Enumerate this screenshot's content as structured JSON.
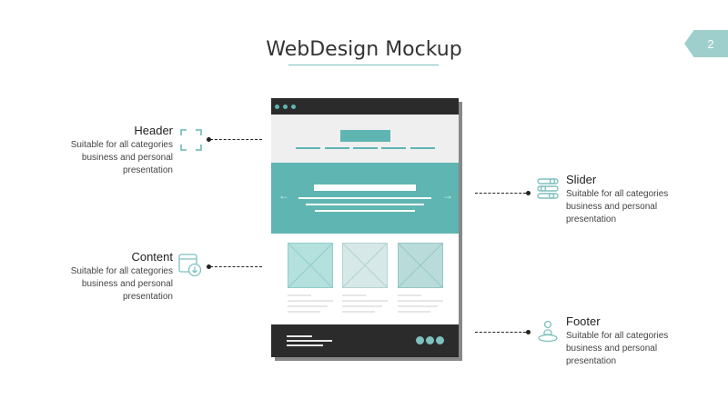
{
  "page_number": "2",
  "title": "WebDesign Mockup",
  "colors": {
    "accent": "#5fb5b2",
    "dark": "#2b2b2b"
  },
  "labels": {
    "header": {
      "title": "Header",
      "desc1": "Suitable for all categories",
      "desc2": "business and personal",
      "desc3": "presentation",
      "icon": "frame-corners-icon"
    },
    "content": {
      "title": "Content",
      "desc1": "Suitable for all categories",
      "desc2": "business and personal",
      "desc3": "presentation",
      "icon": "window-download-icon"
    },
    "slider": {
      "title": "Slider",
      "desc1": "Suitable for all categories",
      "desc2": "business and personal",
      "desc3": "presentation",
      "icon": "sliders-icon"
    },
    "footer": {
      "title": "Footer",
      "desc1": "Suitable for all categories",
      "desc2": "business and personal",
      "desc3": "presentation",
      "icon": "location-pin-icon"
    }
  }
}
